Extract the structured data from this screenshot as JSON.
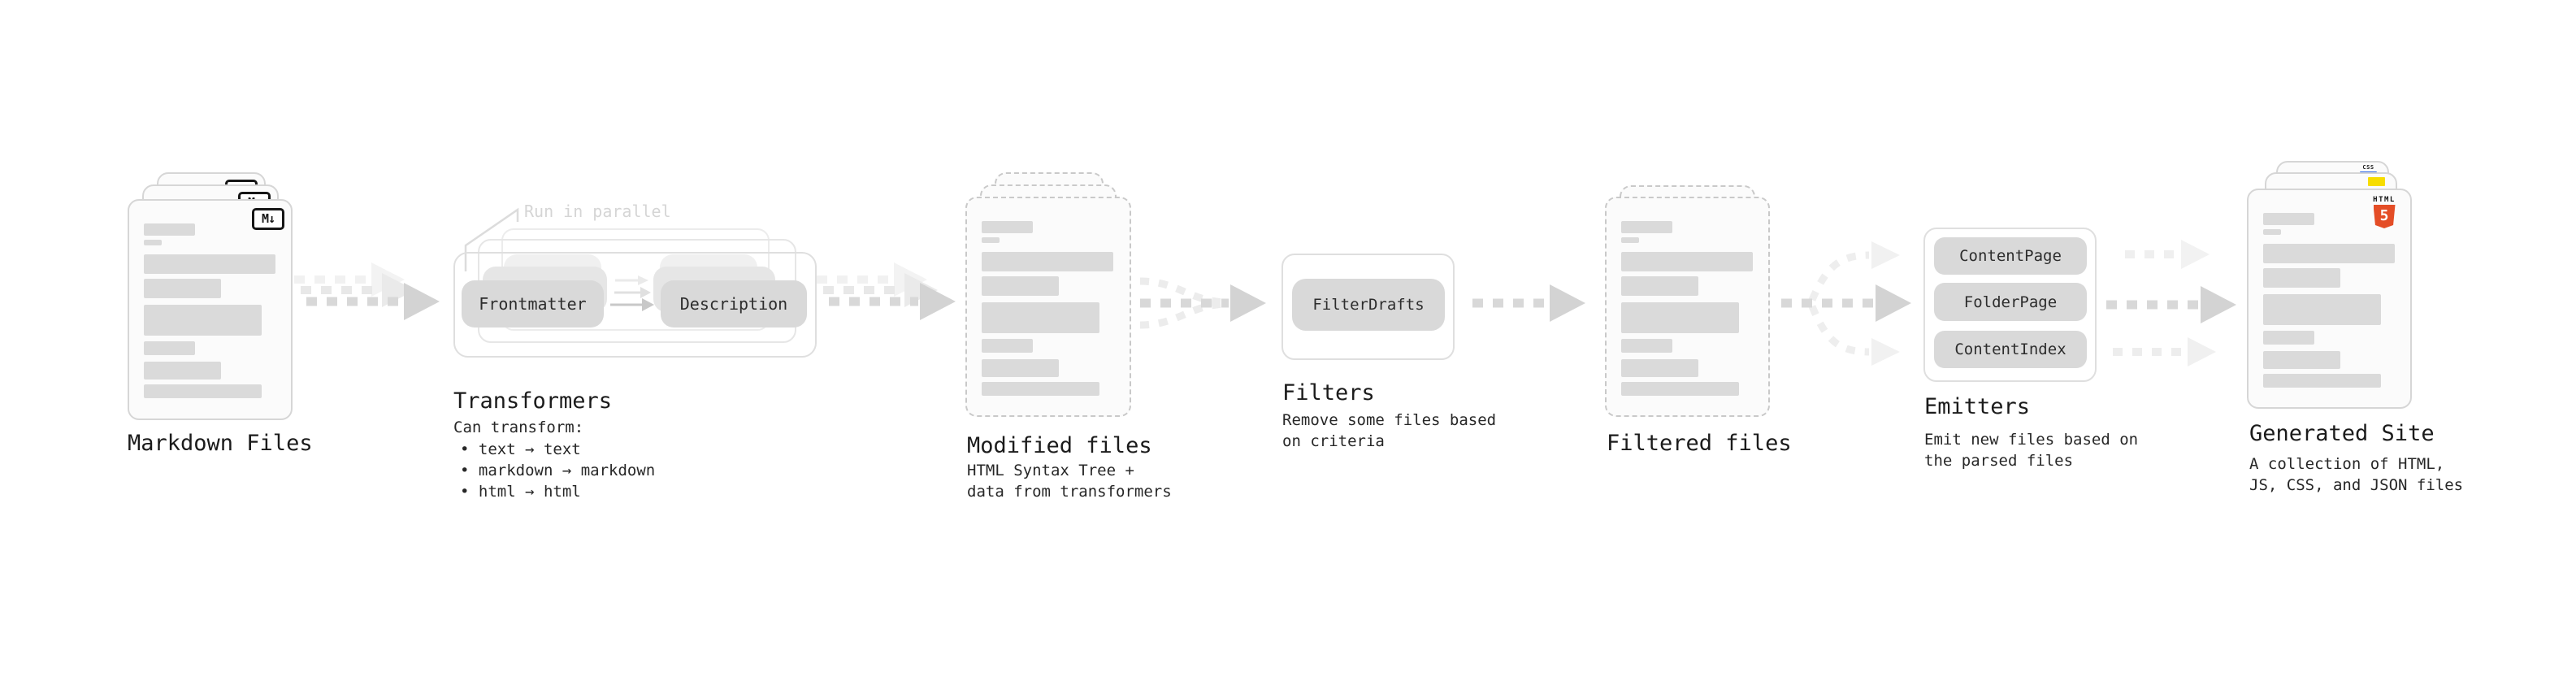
{
  "palette": {
    "arrow_gray": "#d8d8d8",
    "arrow_light": "#efefef",
    "pill_fill": "#d9d9d9",
    "html5_orange": "#e44d26",
    "js_yellow": "#f7dd00",
    "css_blue": "#2b66e8"
  },
  "stages": {
    "markdown_files": {
      "title": "Markdown Files",
      "badge_text": "M↓"
    },
    "transformers": {
      "title": "Transformers",
      "annotation": "Run in parallel",
      "pill_left": "Frontmatter",
      "pill_right": "Description",
      "caption": "Can transform:",
      "bullets": [
        "• text → text",
        "• markdown → markdown",
        "• html → html"
      ]
    },
    "modified_files": {
      "title": "Modified files",
      "caption_lines": [
        "HTML Syntax Tree +",
        "data from transformers"
      ]
    },
    "filters": {
      "title": "Filters",
      "pill": "FilterDrafts",
      "caption_lines": [
        "Remove some files based",
        "on criteria"
      ]
    },
    "filtered_files": {
      "title": "Filtered files"
    },
    "emitters": {
      "title": "Emitters",
      "pills": [
        "ContentPage",
        "FolderPage",
        "ContentIndex"
      ],
      "caption_lines": [
        "Emit new files based on",
        "the parsed files"
      ]
    },
    "generated_site": {
      "title": "Generated Site",
      "caption_lines": [
        "A collection of HTML,",
        "JS, CSS, and JSON files"
      ],
      "html_badge_word": "HTML",
      "html_badge_number": "5",
      "css_badge_word": "CSS"
    }
  }
}
